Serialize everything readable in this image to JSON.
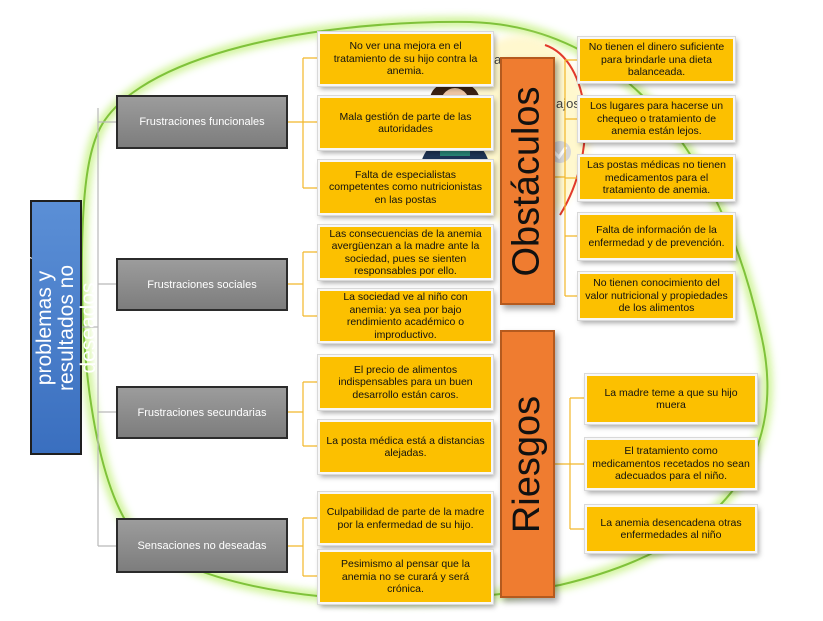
{
  "root": {
    "label": "Características, problemas y resultados no deseados"
  },
  "categories": [
    {
      "label": "Frustraciones funcionales"
    },
    {
      "label": "Frustraciones sociales"
    },
    {
      "label": "Frustraciones secundarias"
    },
    {
      "label": "Sensaciones no deseadas"
    }
  ],
  "items": [
    {
      "label": "No ver una mejora en el tratamiento de su hijo contra la anemia."
    },
    {
      "label": "Mala gestión de parte de las autoridades"
    },
    {
      "label": "Falta de especialistas competentes como nutricionistas en las postas"
    },
    {
      "label": "Las consecuencias de la anemia avergüenzan a la madre ante la sociedad, pues se sienten responsables por ello."
    },
    {
      "label": "La sociedad ve al niño con anemia: ya sea por bajo rendimiento académico o improductivo."
    },
    {
      "label": "El precio de alimentos indispensables para un buen desarrollo están caros."
    },
    {
      "label": "La posta médica está a distancias alejadas."
    },
    {
      "label": "Culpabilidad de parte de la madre por la enfermedad de su hijo."
    },
    {
      "label": "Pesimismo al pensar que la anemia no se curará y será crónica."
    }
  ],
  "obstaculos": {
    "title": "Obstáculos",
    "items": [
      {
        "label": "No tienen el dinero suficiente para brindarle una dieta balanceada."
      },
      {
        "label": "Los lugares para hacerse un chequeo o tratamiento de anemia están lejos."
      },
      {
        "label": "Las postas médicas no tienen medicamentos para el tratamiento de anemia."
      },
      {
        "label": "Falta de información de la enfermedad y de prevención."
      },
      {
        "label": "No tienen conocimiento del valor nutricional y propiedades de los alimentos"
      }
    ]
  },
  "riesgos": {
    "title": "Riesgos",
    "items": [
      {
        "label": "La madre teme a que su hijo muera"
      },
      {
        "label": "El tratamiento como medicamentos recetados no sean adecuados para el niño."
      },
      {
        "label": "La anemia desencadena otras enfermedades al niño"
      }
    ]
  },
  "background": {
    "fragment_1": "as",
    "fragment_2": "ajos"
  },
  "colors": {
    "accent_green": "#9ad84a",
    "box_yellow": "#fcc000",
    "orange": "#ef7c30",
    "root_blue": "#4a7fcc",
    "node_gray": "#8c8c8c"
  }
}
